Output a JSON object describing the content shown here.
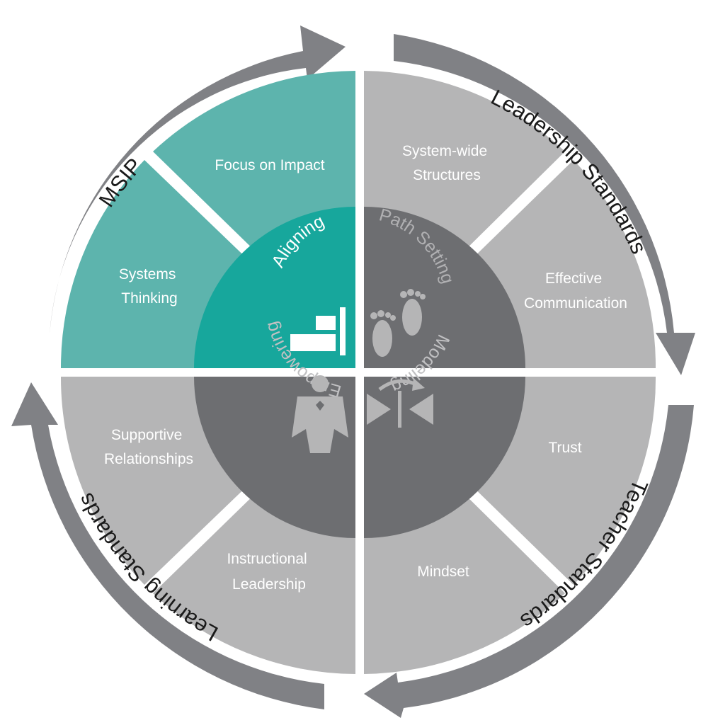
{
  "cycle_labels": {
    "top_right": "Leadership Standards",
    "top_left": "MSIP",
    "bottom_left": "Learning Standards",
    "bottom_right": "Teacher Standards"
  },
  "quadrants": {
    "aligning": {
      "core": "Aligning",
      "icon": "align-bars-icon",
      "segments": {
        "outer": [
          "Systems",
          "Thinking"
        ],
        "inner": [
          "Focus on Impact"
        ]
      }
    },
    "path_setting": {
      "core": "Path Setting",
      "icon": "footprints-icon",
      "segments": {
        "inner": [
          "System-wide",
          "Structures"
        ],
        "outer": [
          "Effective",
          "Communication"
        ]
      }
    },
    "modeling": {
      "core": "Modeling",
      "icon": "mirror-arrow-icon",
      "segments": {
        "outer": [
          "Trust"
        ],
        "inner": [
          "Mindset"
        ]
      }
    },
    "empowering": {
      "core": "Empowering",
      "icon": "superhero-icon",
      "segments": {
        "inner": [
          "Instructional",
          "Leadership"
        ],
        "outer": [
          "Supportive",
          "Relationships"
        ]
      }
    }
  },
  "colors": {
    "teal_light": "#5db4ad",
    "teal_dark": "#17a79c",
    "grey_light": "#b5b5b6",
    "grey_dark": "#6d6e71",
    "arrow": "#808185",
    "path_setting_text": "#b0b0b2",
    "empowering_text": "#c0c0c2"
  }
}
